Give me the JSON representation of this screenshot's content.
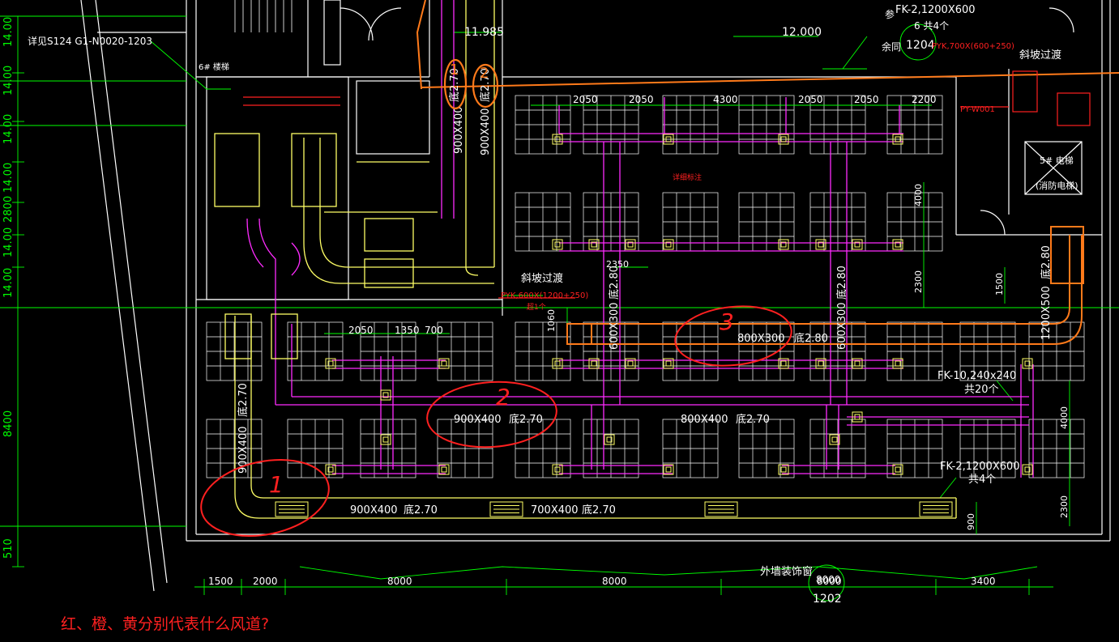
{
  "colors": {
    "background": "#000000",
    "wall": "#ffffff",
    "dim": "#00ff00",
    "ac_grid": "#ffffff",
    "duct_magenta": "#ff2bff",
    "duct_yellow": "#ffff66",
    "duct_orange": "#ff7a1a",
    "red_markup": "#ff2020",
    "orange_markup": "#ff7a1a"
  },
  "left_dims": [
    "14.00",
    "14.00",
    "14.00",
    "14.00",
    "2800",
    "14.00",
    "14.00",
    "8400",
    "510"
  ],
  "bottom_dims": [
    "1500",
    "2000",
    "8000",
    "8000",
    "8000",
    "3400"
  ],
  "top_row_dims": [
    "2050",
    "2050",
    "4300",
    "2050",
    "2050",
    "2200"
  ],
  "mid_row_dims": [
    "2050",
    "1350",
    "700"
  ],
  "top_annotations": {
    "ref": "详见S124 G1-N0020-1203",
    "elev_1": "11.985",
    "elev_2": "12.000",
    "fk_top": "FK-2,1200X600",
    "fk_top_count": "6 共4个",
    "room_1204": "1204",
    "room_1204_prefix": "余同",
    "pyk_top": "PYK,700X(600+250)",
    "slope_1": "斜坡过渡",
    "pyw": "PY-W001",
    "elevator": "5# 电梯",
    "elevator_sub": "(消防电梯)",
    "stair": "6# 楼梯",
    "ref_prefix": "参"
  },
  "duct_labels": {
    "d_900x400_a": "900X400",
    "d_900x400_b": "900X400",
    "d_base_a": "底2.70",
    "d_base_b": "底2.70",
    "d_600x300_a": "600X300",
    "d_600x300_b": "600X300",
    "d_base_280_a": "底2.80",
    "d_base_280_b": "底2.80",
    "d_800x300": "800X300",
    "d_800x300_base": "底2.80",
    "d_900x400_mid": "900X400",
    "d_900x400_mid_base": "底2.70",
    "d_800x400_mid": "800X400",
    "d_800x400_mid_base": "底2.70",
    "d_900x400_vert": "900X400",
    "d_900x400_vert_base": "底2.70",
    "d_900x400_bot": "900X400",
    "d_900x400_bot_base": "底2.70",
    "d_700x400_bot": "700X400",
    "d_700x400_bot_base": "底2.70",
    "d_1200x500": "1200X500",
    "d_1200x500_base": "底2.80",
    "slope_2": "斜坡过渡",
    "pyk_mid": "PYK,600X(1200+250)",
    "pyk_mid_note": "超1个",
    "fk10": "FK-10,240x240",
    "fk10_count": "共20个",
    "fk2_bot": "FK-2,1200X600",
    "fk2_bot_count": "共4个",
    "dim_2350": "2350",
    "dim_2300": "2300",
    "dim_1500": "1500",
    "dim_1060": "1060",
    "dim_4000_a": "4000",
    "dim_4000_b": "4000",
    "dim_2300_b": "2300",
    "dim_900": "900",
    "red_note": "详细标注"
  },
  "bottom_annotations": {
    "facade": "外墙装饰窗",
    "grid_8000": "8000",
    "grid_1202": "1202"
  },
  "markups": {
    "circle_1": "1",
    "circle_2": "2",
    "circle_3": "3",
    "orange_1": "1",
    "orange_2": "2"
  },
  "question": "红、橙、黄分别代表什么风道?"
}
